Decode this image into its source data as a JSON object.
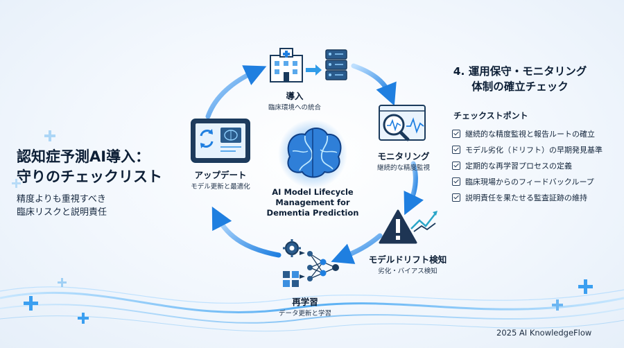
{
  "left_panel": {
    "title_line1": "認知症予測AI導入：",
    "title_line2": "守りのチェックリスト",
    "subtitle_line1": "精度よりも重視すべき",
    "subtitle_line2": "臨床リスクと説明責任"
  },
  "cycle": {
    "center_label": "AI Model Lifecycle Management for Dementia Prediction",
    "nodes": [
      {
        "title": "導入",
        "subtitle": "臨床環境への統合"
      },
      {
        "title": "モニタリング",
        "subtitle": "継続的な精度監視"
      },
      {
        "title": "モデルドリフト検知",
        "subtitle": "劣化・バイアス検知"
      },
      {
        "title": "再学習",
        "subtitle": "データ更新と学習"
      },
      {
        "title": "アップデート",
        "subtitle": "モデル更新と最適化"
      }
    ]
  },
  "right_panel": {
    "title_line1": "4. 運用保守・モニタリング",
    "title_line2": "体制の確立チェック",
    "checklist_heading": "チェックストポント",
    "checklist": [
      "継続的な精度監視と報告ルートの確立",
      "モデル劣化（ドリフト）の早期発見基準",
      "定期的な再学習プロセスの定義",
      "臨床現場からのフィードバックループ",
      "説明責任を果たせる監査証跡の維持"
    ]
  },
  "footer": "2025 AI KnowledgeFlow",
  "colors": {
    "accent": "#1f7fe0",
    "navy": "#1a3a5c",
    "alert": "#1e3554",
    "background": "#f2f7fd"
  }
}
